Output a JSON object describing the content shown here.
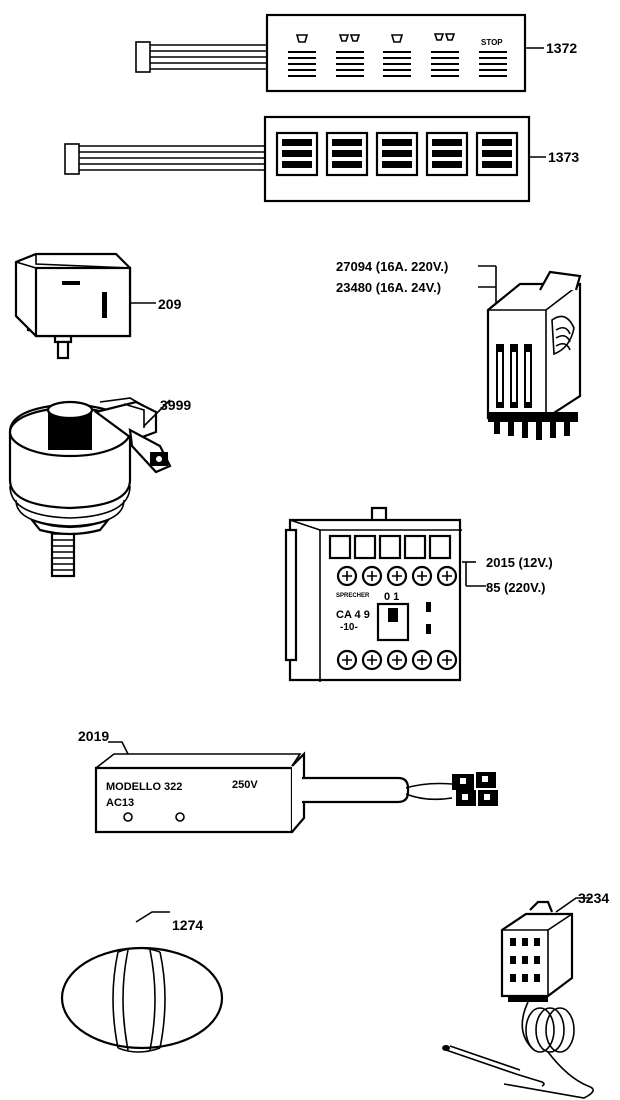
{
  "parts": {
    "p1372": {
      "code": "1372",
      "stop_label": "STOP"
    },
    "p1373": {
      "code": "1373"
    },
    "p209": {
      "code": "209"
    },
    "p3999": {
      "code": "3999"
    },
    "p_relay": {
      "code_a": "27094 (16A. 220V.)",
      "code_b": "23480 (16A. 24V.)"
    },
    "p_contactor": {
      "code_a": "2015 (12V.)",
      "code_b": "85 (220V.)",
      "brand": "SPRECHER",
      "model_line1": "CA 4 9",
      "model_line2": "-10-",
      "switch_marks": "0 1"
    },
    "p2019": {
      "code": "2019",
      "model": "MODELLO 322",
      "voltage": "250V",
      "sub": "AC13"
    },
    "p1274": {
      "code": "1274"
    },
    "p3234": {
      "code": "3234"
    }
  }
}
